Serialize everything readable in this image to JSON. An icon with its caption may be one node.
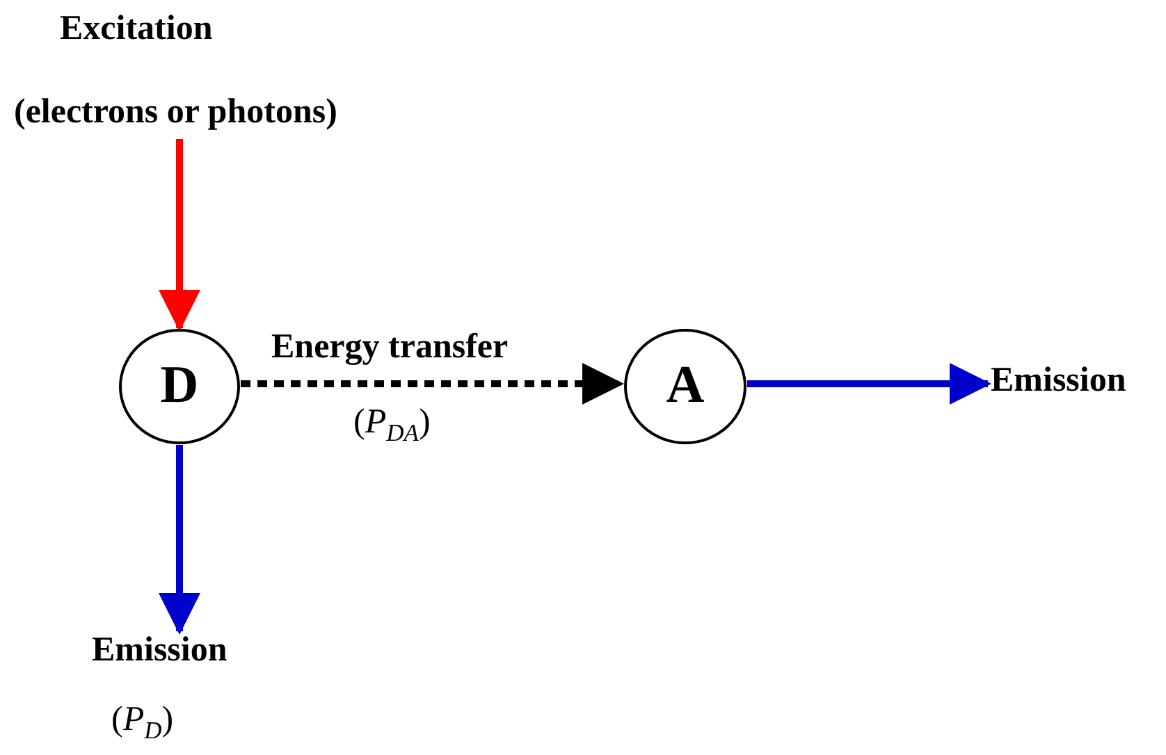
{
  "diagram": {
    "nodes": [
      {
        "text": [
          "Excitation",
          "(electrons or photons)"
        ]
      },
      {
        "text": [
          "D"
        ]
      },
      {
        "text": [
          "A"
        ]
      },
      {
        "text": [
          "Emission"
        ]
      },
      {
        "text": [
          "Emission",
          "(*P*$_{D}$)"
        ]
      }
    ],
    "edges": [
      {
        "from": 0,
        "to": 1,
        "arrow": "to",
        "color": "#ff0000"
      },
      {
        "from": 1,
        "to": 2,
        "arrow": "to",
        "label": "Energy transfer",
        "style": "dashed",
        "color": "#000000"
      },
      {
        "from": 2,
        "to": 3,
        "arrow": "to",
        "color": "#0000cc"
      },
      {
        "from": 1,
        "to": 4,
        "arrow": "to",
        "color": "#0000cc"
      }
    ],
    "labels": [
      "(*P*$_{DA}$)"
    ]
  }
}
